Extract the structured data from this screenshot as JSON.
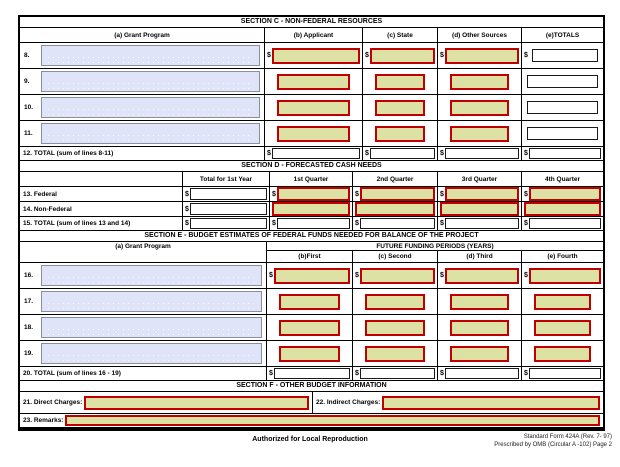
{
  "sym": {
    "dollar": "$"
  },
  "input_value": "",
  "section_c": {
    "title": "SECTION C - NON-FEDERAL RESOURCES",
    "columns": [
      "(a) Grant Program",
      "(b) Applicant",
      "(c) State",
      "(d) Other Sources",
      "(e)TOTALS"
    ],
    "rows": [
      {
        "num": "8."
      },
      {
        "num": "9."
      },
      {
        "num": "10."
      },
      {
        "num": "11."
      }
    ],
    "row_values": [
      {
        "grant_program": "",
        "applicant": "",
        "state": "",
        "other_sources": "",
        "totals": ""
      },
      {
        "grant_program": "",
        "applicant": "",
        "state": "",
        "other_sources": "",
        "totals": ""
      },
      {
        "grant_program": "",
        "applicant": "",
        "state": "",
        "other_sources": "",
        "totals": ""
      },
      {
        "grant_program": "",
        "applicant": "",
        "state": "",
        "other_sources": "",
        "totals": ""
      }
    ],
    "total_label": "12. TOTAL (sum of lines 8-11)",
    "total_values": {
      "applicant": "",
      "state": "",
      "other_sources": "",
      "totals": ""
    }
  },
  "section_d": {
    "title": "SECTION D - FORECASTED CASH NEEDS",
    "columns": [
      "Total for 1st Year",
      "1st Quarter",
      "2nd Quarter",
      "3rd Quarter",
      "4th Quarter"
    ],
    "rows": [
      {
        "label": "13. Federal"
      },
      {
        "label": "14. Non-Federal"
      },
      {
        "label": "15. TOTAL (sum of lines 13 and 14)"
      }
    ],
    "row_values": [
      {
        "total_1st_year": "",
        "q1": "",
        "q2": "",
        "q3": "",
        "q4": ""
      },
      {
        "total_1st_year": "",
        "q1": "",
        "q2": "",
        "q3": "",
        "q4": ""
      },
      {
        "total_1st_year": "",
        "q1": "",
        "q2": "",
        "q3": "",
        "q4": ""
      }
    ]
  },
  "section_e": {
    "title": "SECTION E - BUDGET ESTIMATES OF FEDERAL FUNDS NEEDED FOR BALANCE OF THE PROJECT",
    "col_a": "(a) Grant Program",
    "group_header": "FUTURE FUNDING PERIODS    (YEARS)",
    "columns": [
      "(b)First",
      "(c) Second",
      "(d) Third",
      "(e) Fourth"
    ],
    "rows": [
      {
        "num": "16."
      },
      {
        "num": "17."
      },
      {
        "num": "18."
      },
      {
        "num": "19."
      }
    ],
    "row_values": [
      {
        "grant_program": "",
        "first": "",
        "second": "",
        "third": "",
        "fourth": ""
      },
      {
        "grant_program": "",
        "first": "",
        "second": "",
        "third": "",
        "fourth": ""
      },
      {
        "grant_program": "",
        "first": "",
        "second": "",
        "third": "",
        "fourth": ""
      },
      {
        "grant_program": "",
        "first": "",
        "second": "",
        "third": "",
        "fourth": ""
      }
    ],
    "total_label": "20. TOTAL (sum of lines 16 - 19)",
    "total_values": {
      "first": "",
      "second": "",
      "third": "",
      "fourth": ""
    }
  },
  "section_f": {
    "title": "SECTION F - OTHER BUDGET INFORMATION",
    "direct_charges_label": "21. Direct Charges:",
    "indirect_charges_label": "22. Indirect Charges:",
    "remarks_label": "23. Remarks:",
    "direct_charges_value": "",
    "indirect_charges_value": "",
    "remarks_value": ""
  },
  "footer": {
    "center": "Authorized for Local Reproduction",
    "right_line1": "Standard Form 424A (Rev. 7- 97)",
    "right_line2": "Prescribed by OMB (Circular A -102) Page 2"
  },
  "colors": {
    "money_field_fill": "#dde1a4",
    "money_field_border": "#c00000",
    "grant_program_fill": "#dfe4f8",
    "border": "#000000"
  }
}
